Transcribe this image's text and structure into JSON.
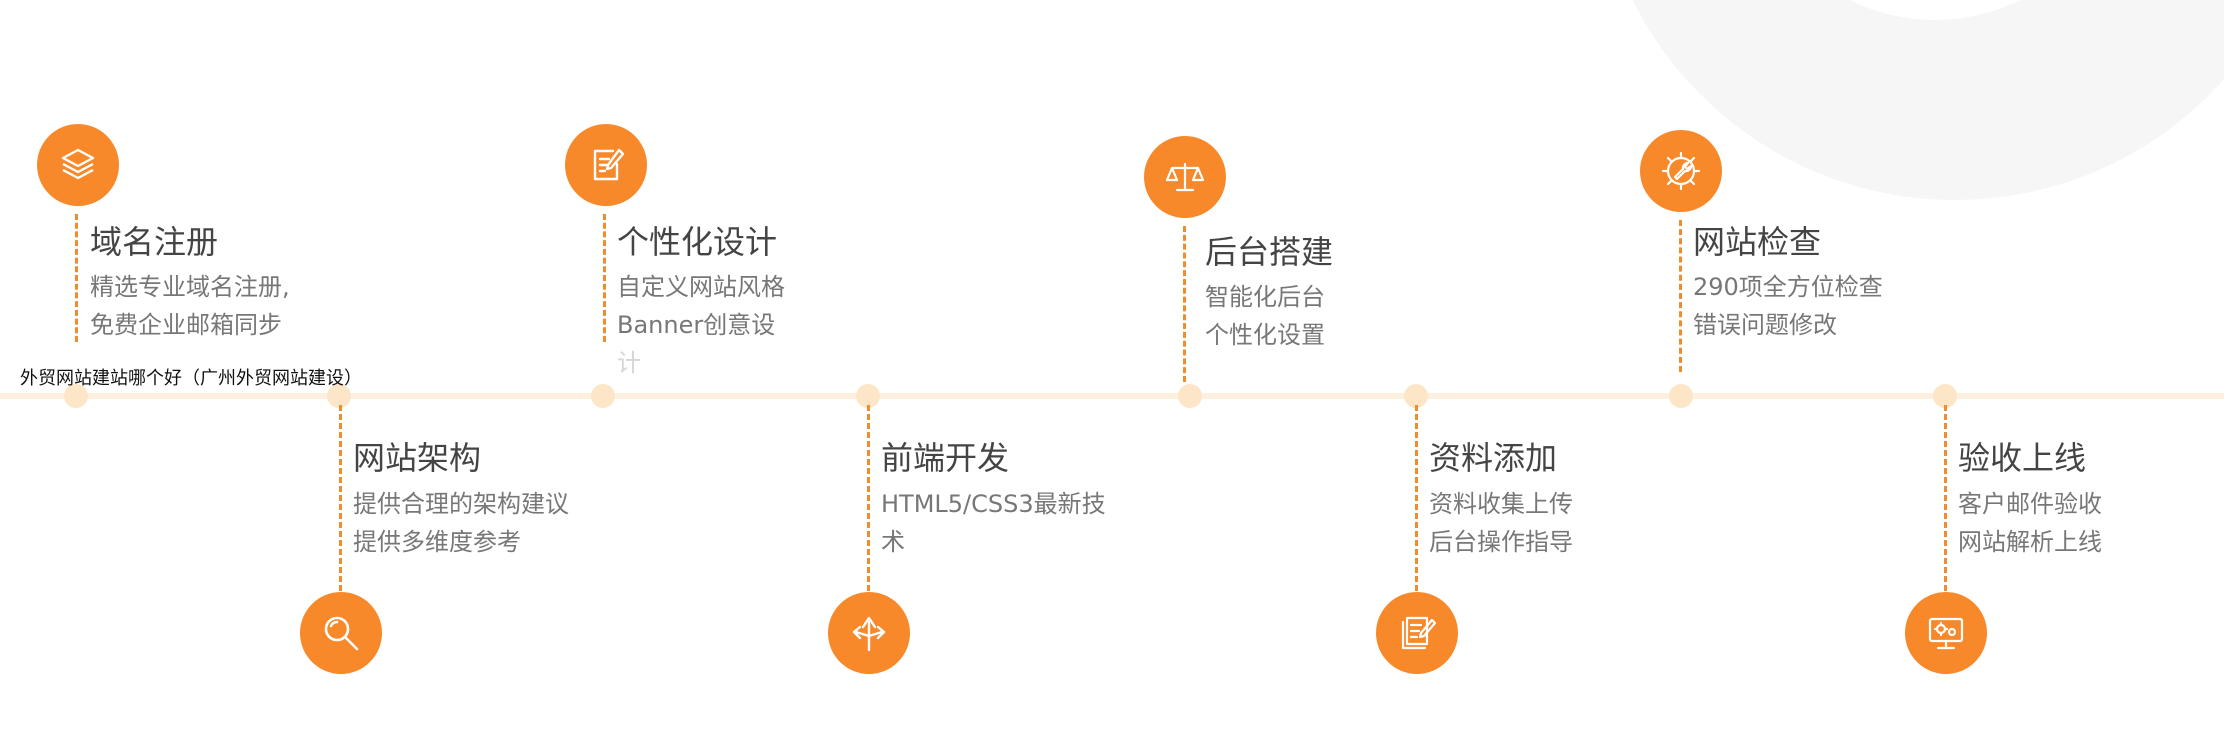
{
  "page_title": "外贸网站建站哪个好（广州外贸网站建设）",
  "steps": [
    {
      "title": "域名注册",
      "lines": [
        "精选专业域名注册,",
        "免费企业邮箱同步"
      ],
      "icon": "layers-icon"
    },
    {
      "title": "网站架构",
      "lines": [
        "提供合理的架构建议",
        "提供多维度参考"
      ],
      "icon": "magnifier-icon"
    },
    {
      "title": "个性化设计",
      "lines": [
        "自定义网站风格",
        "Banner创意设",
        "计"
      ],
      "icon": "edit-document-icon"
    },
    {
      "title": "前端开发",
      "lines": [
        "HTML5/CSS3最新技",
        "术"
      ],
      "icon": "direction-arrows-icon"
    },
    {
      "title": "后台搭建",
      "lines": [
        "智能化后台",
        "个性化设置"
      ],
      "icon": "balance-scale-icon"
    },
    {
      "title": "资料添加",
      "lines": [
        "资料收集上传",
        "后台操作指导"
      ],
      "icon": "document-pen-icon"
    },
    {
      "title": "网站检查",
      "lines": [
        "290项全方位检查",
        "错误问题修改"
      ],
      "icon": "wrench-gear-icon"
    },
    {
      "title": "验收上线",
      "lines": [
        "客户邮件验收",
        "网站解析上线"
      ],
      "icon": "monitor-gears-icon"
    }
  ],
  "colors": {
    "accent": "#f7892a",
    "line": "#fdf0df",
    "title": "#444444",
    "text": "#777777"
  }
}
